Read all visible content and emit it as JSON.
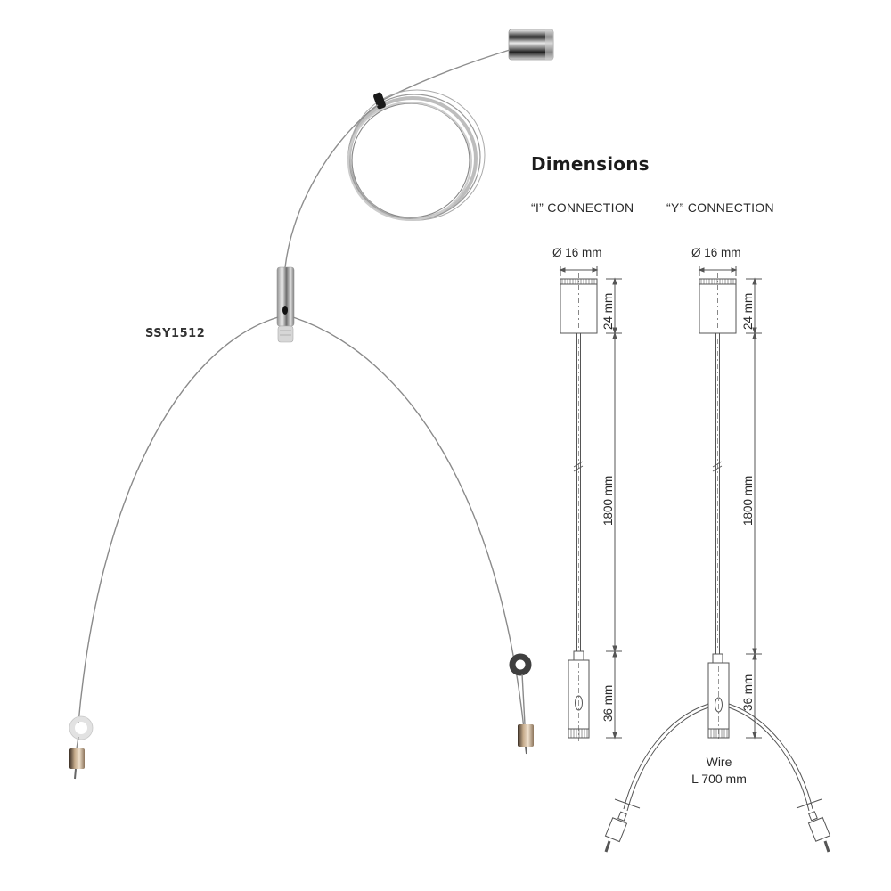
{
  "product": {
    "model_code": "SSY1512",
    "description_hint": "Stainless steel wire suspension kit with Y-split, ceiling cap, coil of cable and two end grippers"
  },
  "dimensions_panel": {
    "title": "Dimensions",
    "variants": [
      {
        "label": "“I” CONNECTION",
        "diameter": "Ø 16 mm",
        "cap_height": "24 mm",
        "wire_length": "1800 mm",
        "gripper_height": "36 mm"
      },
      {
        "label": "“Y” CONNECTION",
        "diameter": "Ø 16 mm",
        "cap_height": "24 mm",
        "wire_length": "1800 mm",
        "gripper_height": "36 mm",
        "branch_wire_line1": "Wire",
        "branch_wire_line2": "L 700 mm"
      }
    ]
  },
  "colors": {
    "line": "#555555",
    "text": "#222222",
    "steel_light": "#d9d9d9",
    "steel_dark": "#7a7a7a",
    "washer_dark": "#3a3a3a",
    "brass": "#b59a7a"
  }
}
